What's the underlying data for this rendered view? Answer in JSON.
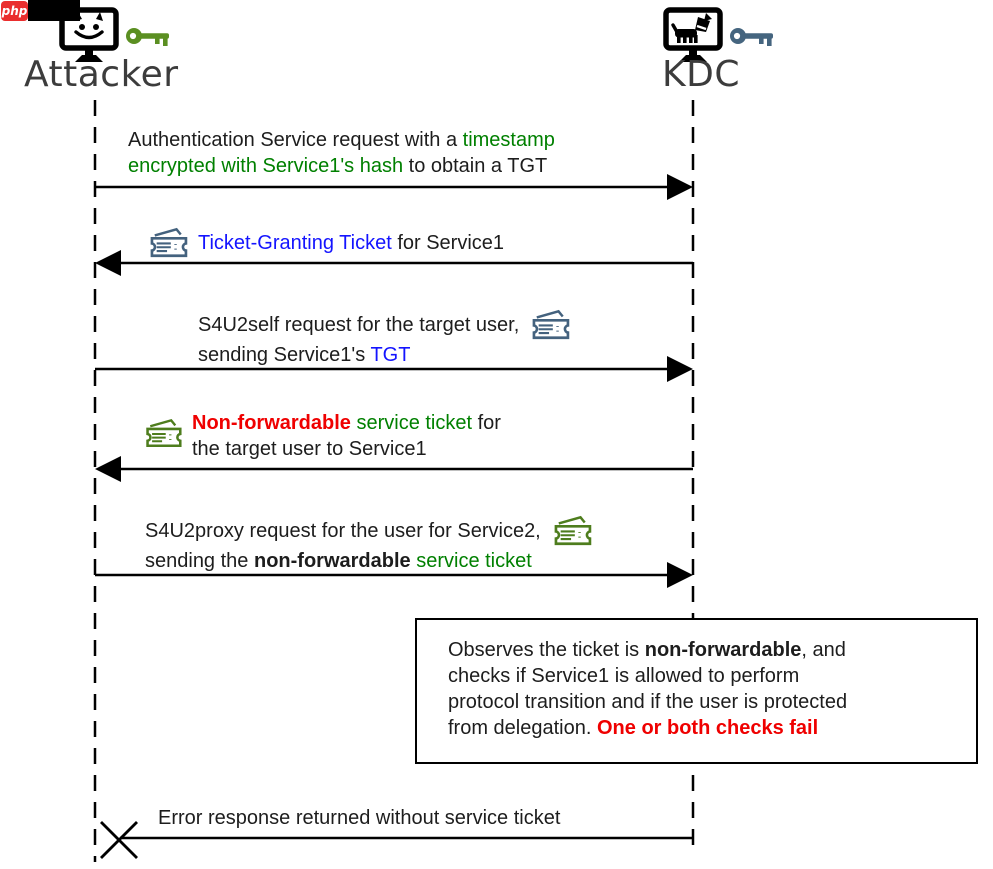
{
  "badge": {
    "label": "php"
  },
  "colors": {
    "green": "#008000",
    "blue": "#1414ff",
    "red": "#ef0000",
    "ticket_blue": "#44627e",
    "ticket_green": "#4e7d1d",
    "key_green": "#5b8f22",
    "key_blue": "#45657f",
    "badge_red": "#ea2e2e",
    "label_gray": "#3c3c3c"
  },
  "actors": {
    "attacker": {
      "label": "Attacker",
      "icon": "devil-monitor-icon",
      "key": "green-key-icon"
    },
    "kdc": {
      "label": "KDC",
      "icon": "dog-monitor-icon",
      "key": "blue-key-icon"
    }
  },
  "messages": [
    {
      "name": "as-request",
      "from": "attacker",
      "to": "kdc",
      "direction": "right",
      "lines": [
        [
          {
            "t": "Authentication Service request with a "
          },
          {
            "t": "timestamp",
            "c": "green"
          }
        ],
        [
          {
            "t": "encrypted with Service1's hash",
            "c": "green"
          },
          {
            "t": " to obtain a TGT"
          }
        ]
      ]
    },
    {
      "name": "tgt-response",
      "from": "kdc",
      "to": "attacker",
      "direction": "left",
      "ticket": "blue",
      "lines": [
        [
          {
            "t": "Ticket-Granting Ticket",
            "c": "blue"
          },
          {
            "t": " for Service1"
          }
        ]
      ]
    },
    {
      "name": "s4u2self-request",
      "from": "attacker",
      "to": "kdc",
      "direction": "right",
      "ticket": "blue",
      "lines": [
        [
          {
            "t": "S4U2self request for the target user,"
          }
        ],
        [
          {
            "t": "sending Service1's "
          },
          {
            "t": "TGT",
            "c": "blue"
          }
        ]
      ]
    },
    {
      "name": "service-ticket-response",
      "from": "kdc",
      "to": "attacker",
      "direction": "left",
      "ticket": "green",
      "lines": [
        [
          {
            "t": "Non-forwardable",
            "c": "red",
            "b": true
          },
          {
            "t": " "
          },
          {
            "t": "service ticket",
            "c": "green"
          },
          {
            "t": " for"
          }
        ],
        [
          {
            "t": "the target user to Service1"
          }
        ]
      ]
    },
    {
      "name": "s4u2proxy-request",
      "from": "attacker",
      "to": "kdc",
      "direction": "right",
      "ticket": "green",
      "lines": [
        [
          {
            "t": "S4U2proxy request for the user for Service2,"
          }
        ],
        [
          {
            "t": "sending the "
          },
          {
            "t": "non-forwardable",
            "b": true
          },
          {
            "t": " "
          },
          {
            "t": "service ticket",
            "c": "green"
          }
        ]
      ]
    },
    {
      "name": "error-response",
      "from": "kdc",
      "to": "attacker",
      "direction": "left-lost",
      "lines": [
        [
          {
            "t": "Error response returned without service ticket"
          }
        ]
      ]
    }
  ],
  "note": {
    "lines": [
      [
        {
          "t": "Observes the ticket is "
        },
        {
          "t": "non-forwardable",
          "b": true
        },
        {
          "t": ", and"
        }
      ],
      [
        {
          "t": "checks if Service1 is allowed to perform"
        }
      ],
      [
        {
          "t": "protocol transition and if the user is protected"
        }
      ],
      [
        {
          "t": "from delegation. "
        },
        {
          "t": "One or both checks fail",
          "c": "red",
          "b": true
        }
      ]
    ]
  }
}
